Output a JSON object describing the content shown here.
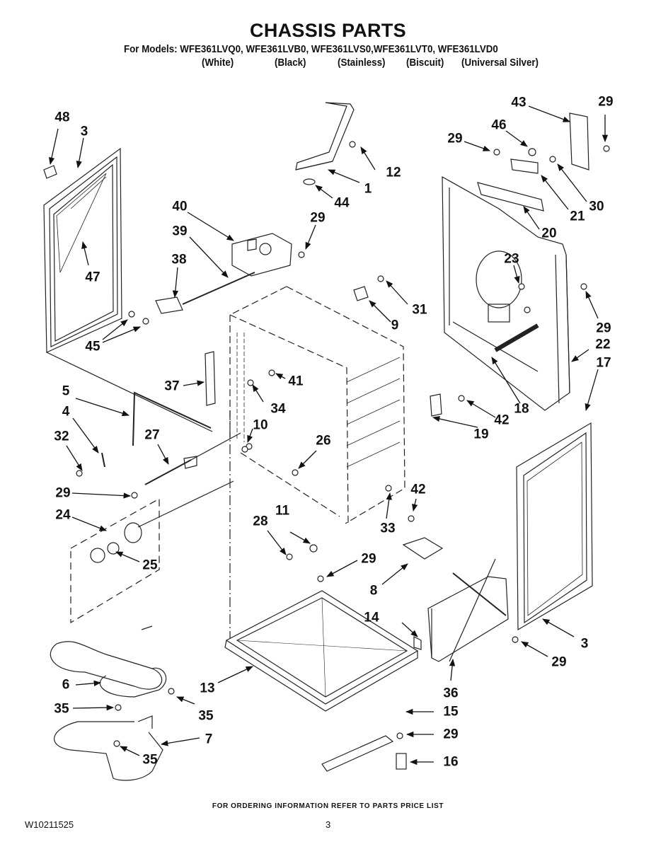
{
  "header": {
    "title": "CHASSIS PARTS",
    "models_line": "For Models: WFE361LVQ0, WFE361LVB0, WFE361LVS0,WFE361LVT0, WFE361LVD0",
    "colors": [
      "(White)",
      "(Black)",
      "(Stainless)",
      "(Biscuit)",
      "(Universal Silver)"
    ]
  },
  "footer": {
    "ordering_note": "FOR ORDERING INFORMATION REFER TO PARTS PRICE LIST",
    "document_number": "W10211525",
    "page_number": "3"
  },
  "callouts": [
    {
      "id": "c48a",
      "label": "48"
    },
    {
      "id": "c3a",
      "label": "3"
    },
    {
      "id": "c47",
      "label": "47"
    },
    {
      "id": "c40",
      "label": "40"
    },
    {
      "id": "c39",
      "label": "39"
    },
    {
      "id": "c38",
      "label": "38"
    },
    {
      "id": "c45",
      "label": "45"
    },
    {
      "id": "c29a",
      "label": "29"
    },
    {
      "id": "c1",
      "label": "1"
    },
    {
      "id": "c12",
      "label": "12"
    },
    {
      "id": "c44",
      "label": "44"
    },
    {
      "id": "c43",
      "label": "43"
    },
    {
      "id": "c29b",
      "label": "29"
    },
    {
      "id": "c46",
      "label": "46"
    },
    {
      "id": "c29c",
      "label": "29"
    },
    {
      "id": "c30",
      "label": "30"
    },
    {
      "id": "c21",
      "label": "21"
    },
    {
      "id": "c20",
      "label": "20"
    },
    {
      "id": "c23",
      "label": "23"
    },
    {
      "id": "c31",
      "label": "31"
    },
    {
      "id": "c9",
      "label": "9"
    },
    {
      "id": "c29d",
      "label": "29"
    },
    {
      "id": "c22",
      "label": "22"
    },
    {
      "id": "c17",
      "label": "17"
    },
    {
      "id": "c18",
      "label": "18"
    },
    {
      "id": "c42a",
      "label": "42"
    },
    {
      "id": "c19",
      "label": "19"
    },
    {
      "id": "c37",
      "label": "37"
    },
    {
      "id": "c41",
      "label": "41"
    },
    {
      "id": "c34",
      "label": "34"
    },
    {
      "id": "c5",
      "label": "5"
    },
    {
      "id": "c10",
      "label": "10"
    },
    {
      "id": "c4",
      "label": "4"
    },
    {
      "id": "c27",
      "label": "27"
    },
    {
      "id": "c26",
      "label": "26"
    },
    {
      "id": "c32",
      "label": "32"
    },
    {
      "id": "c29e",
      "label": "29"
    },
    {
      "id": "c24",
      "label": "24"
    },
    {
      "id": "c25",
      "label": "25"
    },
    {
      "id": "c33",
      "label": "33"
    },
    {
      "id": "c42b",
      "label": "42"
    },
    {
      "id": "c28",
      "label": "28"
    },
    {
      "id": "c11",
      "label": "11"
    },
    {
      "id": "c29f",
      "label": "29"
    },
    {
      "id": "c8",
      "label": "8"
    },
    {
      "id": "c14",
      "label": "14"
    },
    {
      "id": "c3b",
      "label": "3"
    },
    {
      "id": "c29g",
      "label": "29"
    },
    {
      "id": "c6",
      "label": "6"
    },
    {
      "id": "c13",
      "label": "13"
    },
    {
      "id": "c36",
      "label": "36"
    },
    {
      "id": "c35a",
      "label": "35"
    },
    {
      "id": "c35b",
      "label": "35"
    },
    {
      "id": "c15",
      "label": "15"
    },
    {
      "id": "c29h",
      "label": "29"
    },
    {
      "id": "c7",
      "label": "7"
    },
    {
      "id": "c35c",
      "label": "35"
    },
    {
      "id": "c16",
      "label": "16"
    }
  ]
}
